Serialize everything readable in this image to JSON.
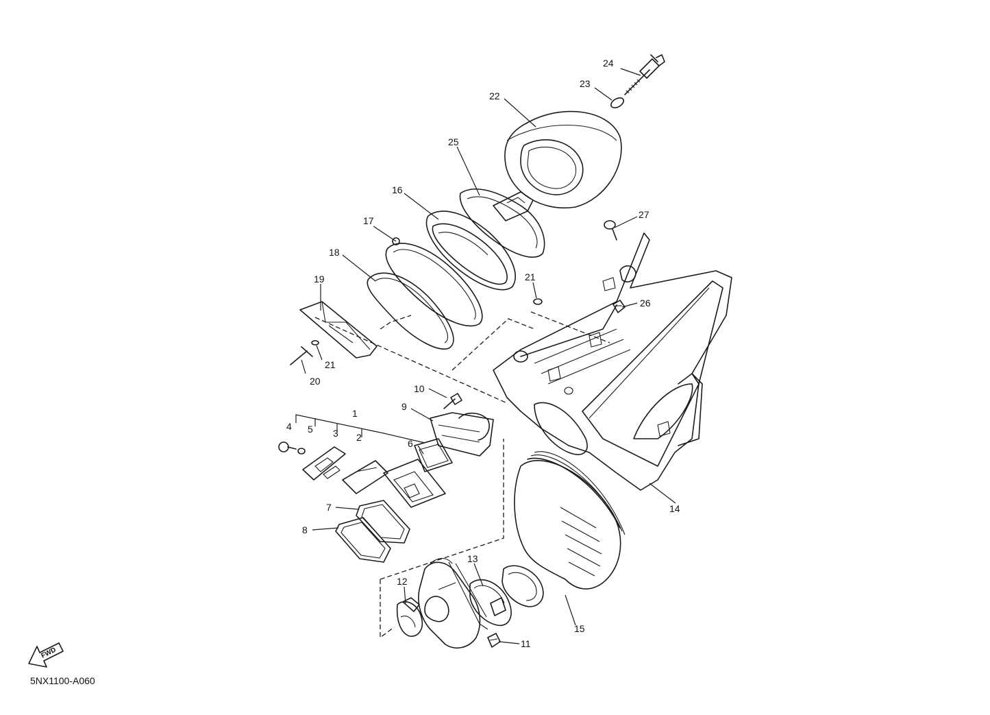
{
  "diagram": {
    "code": "5NX1100-A060",
    "fwd_text": "FWD",
    "callouts": [
      "1",
      "2",
      "3",
      "4",
      "5",
      "6",
      "7",
      "8",
      "9",
      "10",
      "11",
      "12",
      "13",
      "14",
      "15",
      "16",
      "17",
      "18",
      "19",
      "20",
      "21",
      "21",
      "22",
      "23",
      "24",
      "25",
      "26",
      "27"
    ]
  }
}
